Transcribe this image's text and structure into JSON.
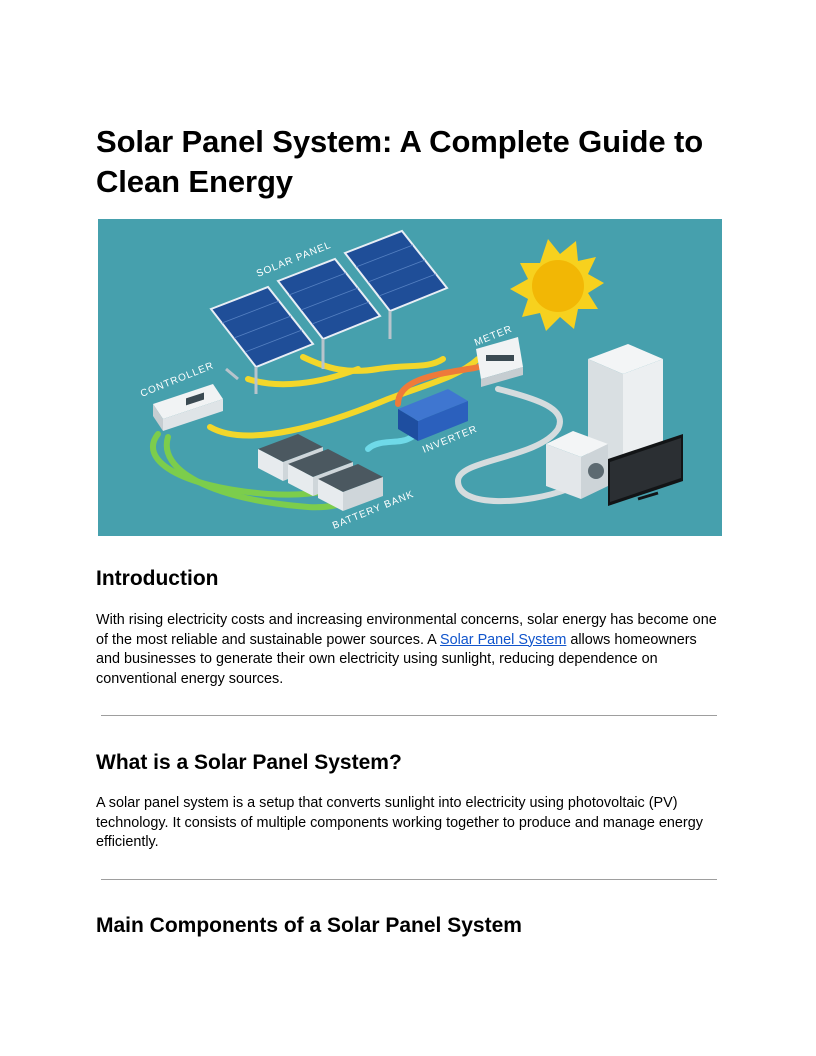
{
  "document": {
    "title": "Solar Panel System: A Complete Guide to Clean Energy"
  },
  "hero": {
    "labels": {
      "solar_panel": "SOLAR PANEL",
      "controller": "CONTROLLER",
      "meter": "METER",
      "inverter": "INVERTER",
      "battery_bank": "BATTERY BANK"
    },
    "colors": {
      "background": "#46a0ad",
      "panel": "#1f4e98",
      "cable_yellow": "#f3d72a",
      "cable_green": "#7ccd4c",
      "cable_cyan": "#6fd9e8",
      "cable_orange": "#ee7a3a",
      "cable_grey": "#d5dcde",
      "sun": "#f7d11e"
    }
  },
  "sections": {
    "introduction": {
      "heading": "Introduction",
      "text_before_link": "With rising electricity costs and increasing environmental concerns, solar energy has become one of the most reliable and sustainable power sources. A ",
      "link_text": "Solar Panel System",
      "text_after_link": " allows homeowners and businesses to generate their own electricity using sunlight, reducing dependence on conventional energy sources."
    },
    "what_is": {
      "heading": "What is a Solar Panel System?",
      "text": "A solar panel system is a setup that converts sunlight into electricity using photovoltaic (PV) technology. It consists of multiple components working together to produce and manage energy efficiently."
    },
    "main_components": {
      "heading": "Main Components of a Solar Panel System"
    }
  },
  "colors": {
    "link": "#1155cc",
    "divider": "#9e9e9e"
  }
}
